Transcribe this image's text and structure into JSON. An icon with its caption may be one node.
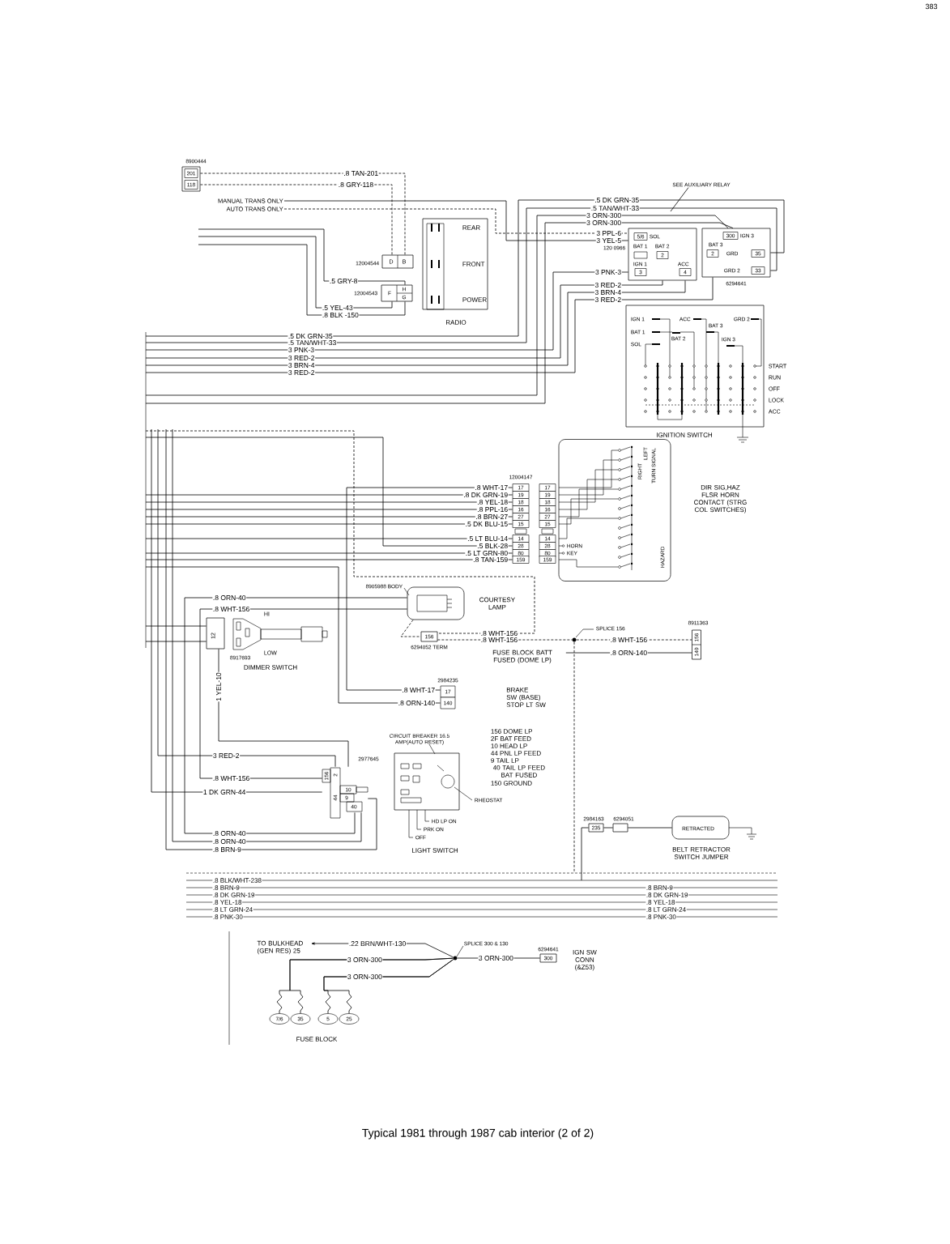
{
  "diagram": {
    "caption": "Typical 1981 through 1987 cab interior (2 of 2)",
    "nodes": [
      {
        "text": [
          "201",
          "118"
        ],
        "beside": [
          "8900444"
        ]
      },
      {
        "text": [
          "D",
          "B"
        ],
        "beside": [
          "12004544"
        ]
      },
      {
        "text": [
          "H",
          "F",
          "G"
        ],
        "beside": [
          "12004543"
        ]
      },
      {
        "text": [
          "REAR",
          "FRONT",
          "POWER"
        ],
        "beside": [
          "RADIO"
        ]
      },
      {
        "text": [
          "5/6",
          "SOL",
          "BAT 1",
          "BAT 2",
          "2",
          "IGN 1",
          "3",
          "ACC",
          "4"
        ],
        "beside": [
          "120 0966"
        ]
      },
      {
        "text": [
          "300",
          "IGN 3",
          "BAT 3",
          "2",
          "GRD",
          "35",
          "GRD 2",
          "33"
        ],
        "beside": [
          "6294641"
        ]
      },
      {
        "text": [
          "IGN 1",
          "ACC",
          "GRD 2",
          "BAT 1",
          "BAT 2",
          "BAT 3",
          "SOL",
          "IGN 3",
          "START",
          "RUN",
          "OFF",
          "LOCK",
          "ACC"
        ],
        "beside": [
          "IGNITION SWITCH"
        ]
      },
      {
        "text": [
          "17",
          "19",
          "18",
          "16",
          "27",
          "15",
          "14",
          "28",
          "80",
          "159"
        ],
        "beside": [
          "12004147"
        ]
      },
      {
        "text": [
          "17",
          "19",
          "18",
          "16",
          "27",
          "15",
          "14",
          "28",
          "80",
          "159"
        ]
      },
      {
        "text": [
          "HORN",
          "KEY",
          "RIGHT",
          "LEFT",
          "TURN SIGNAL",
          "HAZARD"
        ],
        "beside": [
          "DIR SIG,HAZ FLSR HORN CONTACT (STRG COL SWITCHES)"
        ]
      },
      {
        "text": [
          "COURTESY LAMP"
        ],
        "beside": [
          "8905988 BODY"
        ]
      },
      {
        "text": [
          "156"
        ],
        "beside": [
          "6294052 TERM"
        ]
      },
      {
        "text": [],
        "shape": "circle",
        "beside": [
          "SPLICE 156"
        ]
      },
      {
        "text": [
          "156",
          "140"
        ],
        "beside": [
          "8911363"
        ]
      },
      {
        "text": [
          "FUSE BLOCK BATT FUSED (DOME LP)"
        ]
      },
      {
        "text": [
          "12",
          "HI",
          "LOW"
        ],
        "beside": [
          "8917693",
          "DIMMER SWITCH"
        ]
      },
      {
        "text": [
          "17",
          "140"
        ],
        "beside": [
          "2984235"
        ]
      },
      {
        "text": [
          "BRAKE SW (BASE) STOP LT SW"
        ]
      },
      {
        "text": [
          "156",
          "2",
          "44",
          "10",
          "9",
          "40"
        ],
        "beside": [
          "2977645"
        ]
      },
      {
        "text": [
          "CIRCUIT BREAKER 16.5 AMP(AUTO RESET)",
          "RHEOSTAT",
          "HD LP ON",
          "PRK ON",
          "OFF"
        ],
        "beside": [
          "LIGHT SWITCH"
        ]
      },
      {
        "text": [
          "235"
        ],
        "beside": [
          "2984163"
        ]
      },
      {
        "text": [],
        "shape": "box",
        "beside": [
          "6294051"
        ]
      },
      {
        "text": [
          "RETRACTED"
        ],
        "beside": [
          "BELT RETRACTOR SWITCH JUMPER"
        ]
      },
      {
        "text": [
          "TO BULKHEAD (GEN RES) 25"
        ]
      },
      {
        "text": [],
        "shape": "circle",
        "beside": [
          "SPLICE 300 & 130"
        ]
      },
      {
        "text": [
          "300"
        ],
        "beside": [
          "6294641",
          "IGN SW CONN (&Z53)"
        ]
      },
      {
        "text": [
          "7/6"
        ]
      },
      {
        "text": [
          "35"
        ]
      },
      {
        "text": [
          "5"
        ]
      },
      {
        "text": [
          "25"
        ]
      },
      {
        "text": [
          "SEE AUXILIARY RELAY"
        ]
      },
      {
        "text": [
          "MANUAL TRANS ONLY"
        ]
      },
      {
        "text": [
          "AUTO TRANS ONLY"
        ]
      }
    ],
    "edges": [
      {
        "from": 0,
        "to": 1,
        "arrow": "none",
        "style": "dashed",
        "label": ".8 TAN-201"
      },
      {
        "from": 0,
        "to": 1,
        "arrow": "none",
        "style": "dashed",
        "label": ".8 GRY-118"
      },
      {
        "from": 31,
        "to": 4,
        "arrow": "none",
        "label": "3 YEL-5"
      },
      {
        "from": 32,
        "to": 4,
        "arrow": "none",
        "style": "dashed",
        "label": "3 PPL-6"
      },
      {
        "from": null,
        "to": 5,
        "arrow": "none",
        "label": ".5 DK GRN-35"
      },
      {
        "from": null,
        "to": 5,
        "arrow": "none",
        "label": ".5 TAN/WHT-33"
      },
      {
        "from": null,
        "to": 5,
        "arrow": "none",
        "label": "3 ORN-300"
      },
      {
        "from": null,
        "to": 5,
        "arrow": "none",
        "label": "3 ORN-300"
      },
      {
        "from": null,
        "to": 4,
        "arrow": "none",
        "label": "3 PNK-3"
      },
      {
        "from": null,
        "to": 4,
        "arrow": "none",
        "label": "3 RED-2"
      },
      {
        "from": null,
        "to": 4,
        "arrow": "none",
        "label": "3 BRN-4"
      },
      {
        "from": null,
        "to": 5,
        "arrow": "none",
        "label": "3 RED-2"
      },
      {
        "from": null,
        "to": 2,
        "arrow": "none",
        "label": ".5 GRY-8"
      },
      {
        "from": null,
        "to": 2,
        "arrow": "none",
        "label": ".5 YEL-43"
      },
      {
        "from": null,
        "to": 2,
        "arrow": "none",
        "label": ".8 BLK -150"
      },
      {
        "from": 7,
        "to": 16,
        "arrow": "none",
        "label": ".8 WHT-17"
      },
      {
        "from": null,
        "to": 7,
        "arrow": "none",
        "label": ".8 DK GRN-19"
      },
      {
        "from": null,
        "to": 7,
        "arrow": "none",
        "label": ".8 YEL-18"
      },
      {
        "from": null,
        "to": 7,
        "arrow": "none",
        "label": ".8 PPL-16"
      },
      {
        "from": null,
        "to": 7,
        "arrow": "none",
        "label": ".8 BRN-27"
      },
      {
        "from": null,
        "to": 7,
        "arrow": "none",
        "label": ".5 DK BLU-15"
      },
      {
        "from": null,
        "to": 7,
        "arrow": "none",
        "label": ".5 LT BLU-14"
      },
      {
        "from": null,
        "to": 7,
        "arrow": "none",
        "label": ".5 BLK-28"
      },
      {
        "from": null,
        "to": 7,
        "arrow": "none",
        "label": ".5 LT GRN-80"
      },
      {
        "from": null,
        "to": 7,
        "arrow": "none",
        "label": ".8 TAN-159"
      },
      {
        "from": 10,
        "to": 18,
        "arrow": "none",
        "label": ".8 ORN-40"
      },
      {
        "from": 10,
        "to": 18,
        "arrow": "none",
        "label": ".8 WHT-156"
      },
      {
        "from": null,
        "to": 18,
        "arrow": "none",
        "label": ".8 ORN-40"
      },
      {
        "from": null,
        "to": 18,
        "arrow": "none",
        "label": ".8 BRN-9"
      },
      {
        "from": null,
        "to": 18,
        "arrow": "none",
        "label": "3 RED-2"
      },
      {
        "from": null,
        "to": 18,
        "arrow": "none",
        "label": "1 DK GRN-44"
      },
      {
        "from": 15,
        "to": 18,
        "arrow": "none",
        "label": "1 YEL-10"
      },
      {
        "from": null,
        "to": 15,
        "arrow": "none"
      },
      {
        "from": null,
        "to": 15,
        "arrow": "none"
      },
      {
        "from": null,
        "to": 16,
        "arrow": "none",
        "label": ".8 ORN-140"
      },
      {
        "from": 10,
        "to": 11,
        "arrow": "none",
        "style": "dashed"
      },
      {
        "from": null,
        "to": 11,
        "arrow": "none",
        "style": "dashed",
        "label": ".8 WHT-156"
      },
      {
        "from": 11,
        "to": 12,
        "arrow": "none",
        "style": "dashed",
        "label": ".8 WHT-156"
      },
      {
        "from": 12,
        "to": 13,
        "arrow": "none",
        "style": "dashed",
        "label": ".8 WHT-156"
      },
      {
        "from": 14,
        "to": 13,
        "arrow": "none",
        "label": ".8 ORN-140"
      },
      {
        "from": 12,
        "to": null,
        "arrow": "none",
        "style": "dashed"
      },
      {
        "from": null,
        "to": 20,
        "arrow": "none"
      },
      {
        "from": 20,
        "to": 21,
        "arrow": "none"
      },
      {
        "from": 21,
        "to": 22,
        "arrow": "none"
      },
      {
        "from": 24,
        "to": 23,
        "arrow": "to",
        "label": ".22 BRN/WHT-130"
      },
      {
        "from": 24,
        "to": 25,
        "arrow": "none",
        "label": "3 ORN-300"
      },
      {
        "from": 26,
        "to": 24,
        "arrow": "none",
        "label": "3 ORN-300"
      },
      {
        "from": 27,
        "to": 24,
        "arrow": "none"
      },
      {
        "from": 28,
        "to": 24,
        "arrow": "none",
        "label": "3 ORN-300"
      },
      {
        "from": 29,
        "to": 24,
        "arrow": "none"
      },
      {
        "from": 30,
        "to": null,
        "arrow": "none"
      }
    ],
    "labels": [
      "383",
      ".5 DK GRN-35",
      ".5 TAN/WHT-33",
      "3 PNK-3",
      "3 RED-2",
      "3 BRN-4",
      "3 RED-2",
      ".8 WHT-17",
      "156 DOME LP",
      "2F BAT FEED",
      "10 HEAD LP",
      "44 PNL LP FEED",
      "9 TAIL LP",
      "40 TAIL LP FEED BAT FUSED",
      "150 GROUND",
      ".8 WHT-156",
      ".8 ORN-40",
      ".8 BLK/WHT-238",
      ".8 BRN-9",
      ".8 BRN-9",
      ".8 DK GRN-19",
      ".8 DK GRN-19",
      ".8 YEL-18",
      ".8 YEL-18",
      ".8 LT GRN-24",
      ".8 LT GRN-24",
      ".8 PNK-30",
      ".8 PNK-30",
      "FUSE BLOCK"
    ]
  }
}
